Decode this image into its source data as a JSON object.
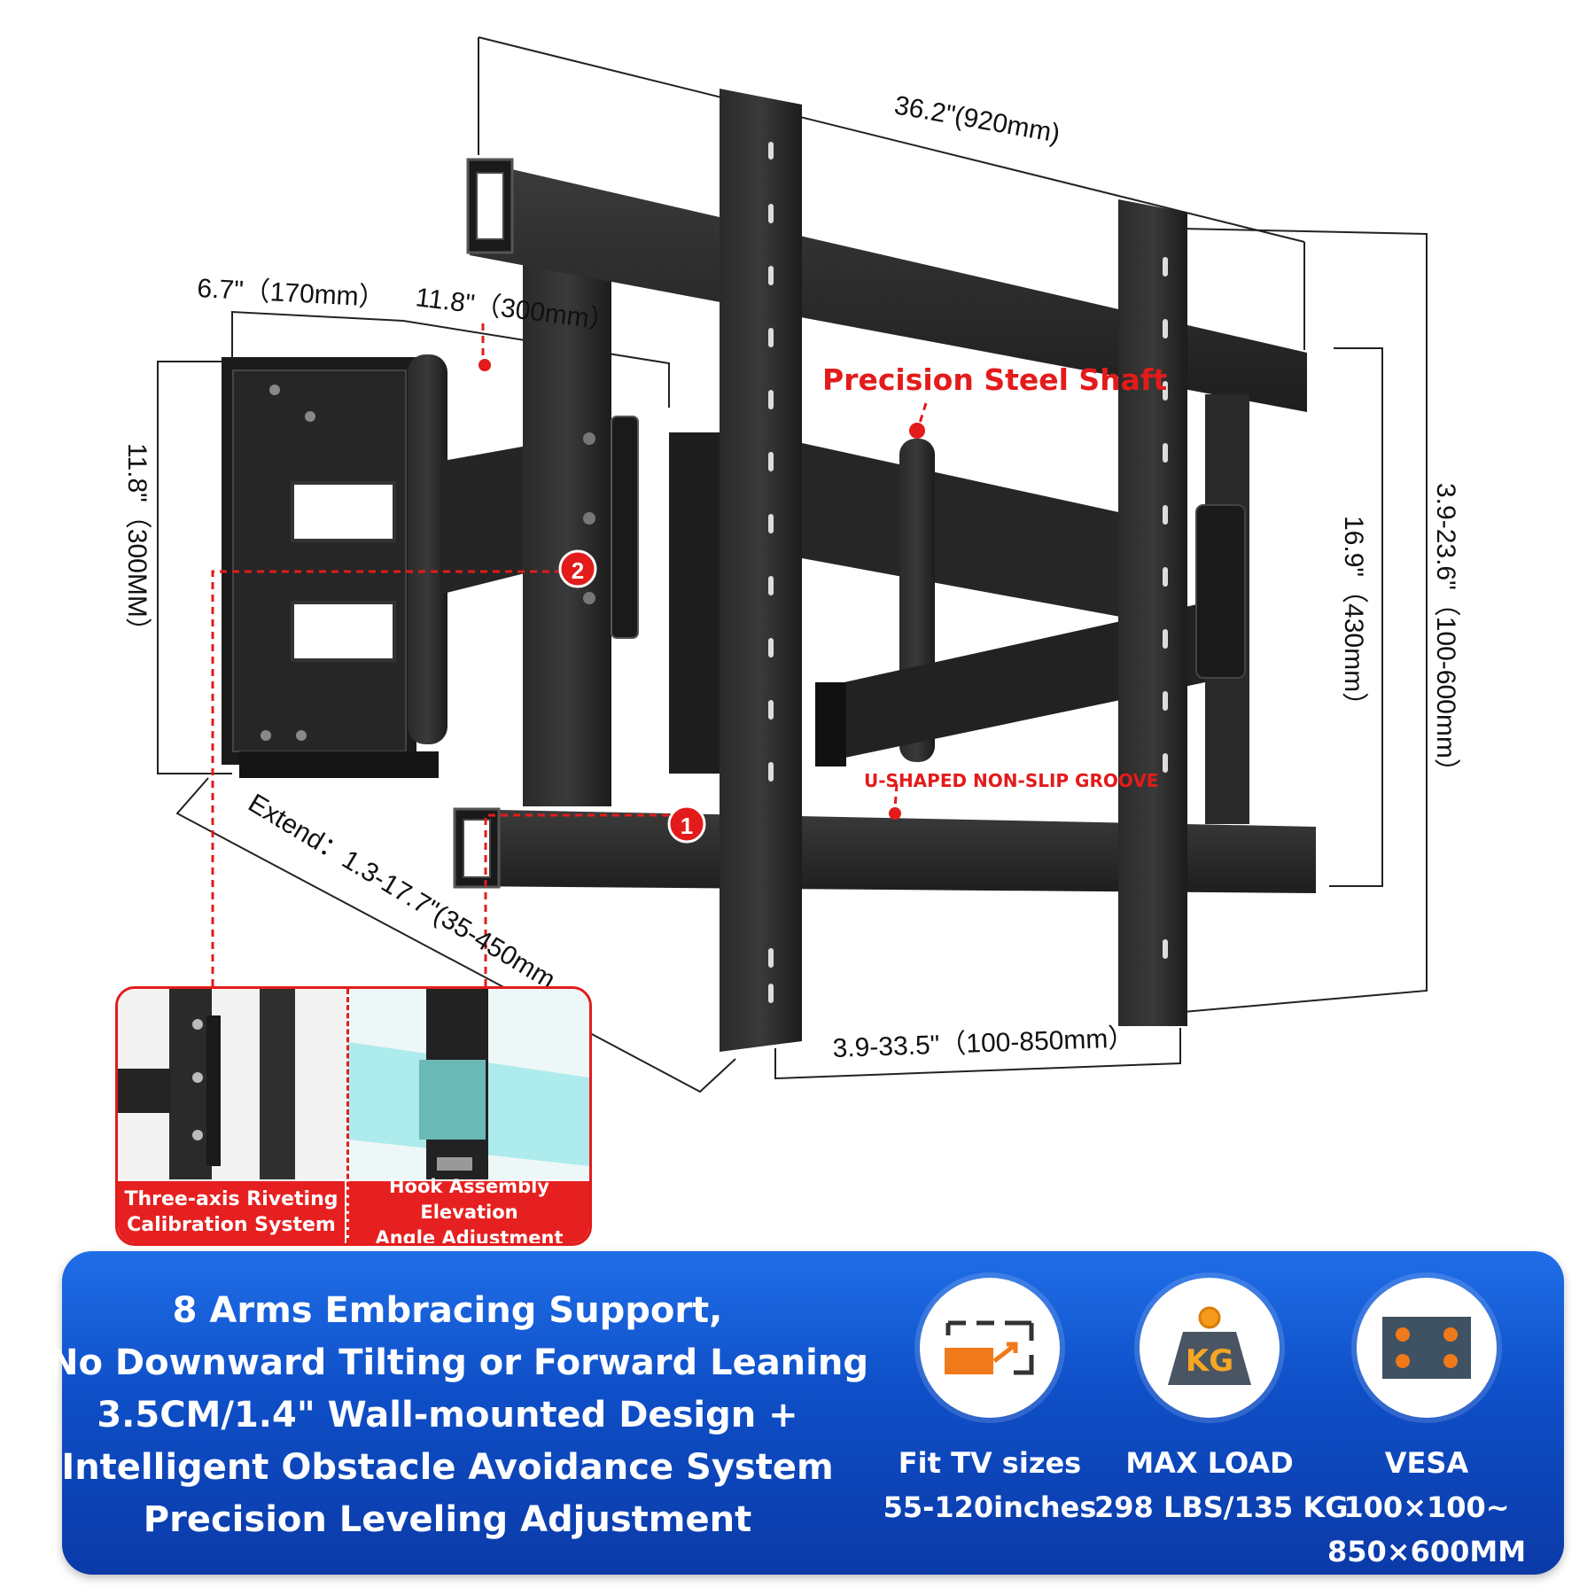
{
  "dimensions": {
    "width_total": "36.2\"(920mm)",
    "plate_width": "6.7\"（170mm）",
    "arm_len": "11.8\"（300mm）",
    "plate_height": "11.8\"（300MM）",
    "extend": "Extend：1.3-17.7\"(35-450mm",
    "vert_inner": "16.9\"（430mm）",
    "vert_outer": "3.9-23.6\"（100-600mm）",
    "horiz_range": "3.9-33.5\"（100-850mm）"
  },
  "callouts": {
    "shaft": "Precision Steel Shaft",
    "groove": "U-SHAPED NON-SLIP GROOVE",
    "marker1": "1",
    "marker2": "2"
  },
  "insets": [
    {
      "line1": "Three-axis Riveting",
      "line2": "Calibration System"
    },
    {
      "line1": "Hook Assembly Elevation",
      "line2": "Angle Adjustment"
    }
  ],
  "banner": {
    "lines": [
      "8 Arms Embracing Support,",
      "No Downward Tilting or Forward Leaning",
      "3.5CM/1.4\" Wall-mounted Design +",
      "Intelligent Obstacle Avoidance System",
      "Precision Leveling Adjustment"
    ],
    "features": [
      {
        "icon": "tv-size-icon",
        "line1": "Fit TV sizes",
        "line2": "55-120inches"
      },
      {
        "icon": "weight-kg-icon",
        "badge": "KG",
        "line1": "MAX LOAD",
        "line2": "298 LBS/135 KG"
      },
      {
        "icon": "vesa-icon",
        "line1": "VESA",
        "line2": "100×100~",
        "line3": "850×600MM"
      }
    ]
  },
  "colors": {
    "accent_red": "#e31b1b",
    "banner_blue": "#1257d2",
    "icon_orange": "#f07a1a"
  }
}
